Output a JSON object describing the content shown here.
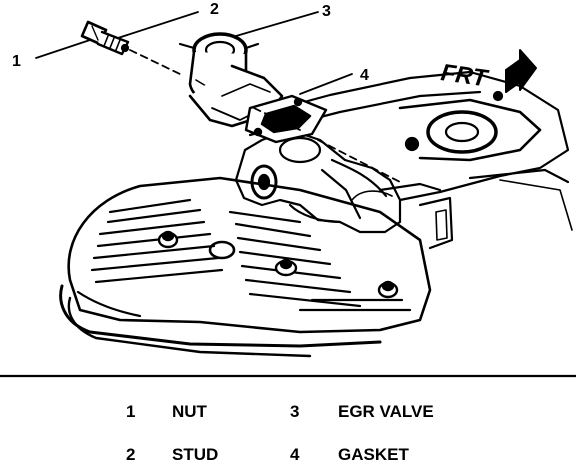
{
  "diagram": {
    "callouts": [
      "1",
      "2",
      "3",
      "4"
    ],
    "front_label": "FRT"
  },
  "legend": {
    "items": [
      {
        "num": "1",
        "label": "NUT"
      },
      {
        "num": "3",
        "label": "EGR VALVE"
      },
      {
        "num": "2",
        "label": "STUD"
      },
      {
        "num": "4",
        "label": "GASKET"
      }
    ]
  }
}
